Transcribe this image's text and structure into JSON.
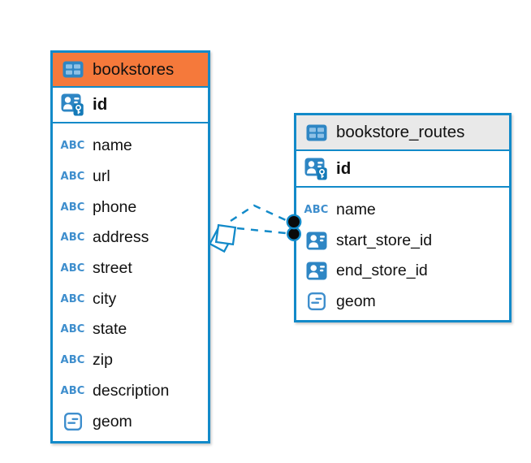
{
  "diagram": {
    "tables": [
      {
        "name": "bookstores",
        "header_color": "#f5793b",
        "primary_key": "id",
        "columns": [
          {
            "name": "name",
            "type": "text"
          },
          {
            "name": "url",
            "type": "text"
          },
          {
            "name": "phone",
            "type": "text"
          },
          {
            "name": "address",
            "type": "text"
          },
          {
            "name": "street",
            "type": "text"
          },
          {
            "name": "city",
            "type": "text"
          },
          {
            "name": "state",
            "type": "text"
          },
          {
            "name": "zip",
            "type": "text"
          },
          {
            "name": "description",
            "type": "text"
          },
          {
            "name": "geom",
            "type": "geometry"
          }
        ]
      },
      {
        "name": "bookstore_routes",
        "header_color": "#e9e9e9",
        "primary_key": "id",
        "columns": [
          {
            "name": "name",
            "type": "text"
          },
          {
            "name": "start_store_id",
            "type": "reference"
          },
          {
            "name": "end_store_id",
            "type": "reference"
          },
          {
            "name": "geom",
            "type": "geometry"
          }
        ]
      }
    ],
    "relation": {
      "from_table": "bookstores",
      "to_table": "bookstore_routes",
      "line_style": "dashed",
      "line_color": "#128ac9",
      "endpoint_dot_count": 2,
      "endpoint_dot_color": "#0a0a0a"
    },
    "icons": {
      "text_type_label": "ABC"
    },
    "colors": {
      "table_border": "#128ac9",
      "header_orange": "#f5793b",
      "header_gray": "#e9e9e9",
      "icon_blue": "#2e86c4",
      "icon_light_blue": "#8ec1e6",
      "type_blue": "#3e8ecd",
      "text": "#111111",
      "background": "#ffffff"
    }
  }
}
